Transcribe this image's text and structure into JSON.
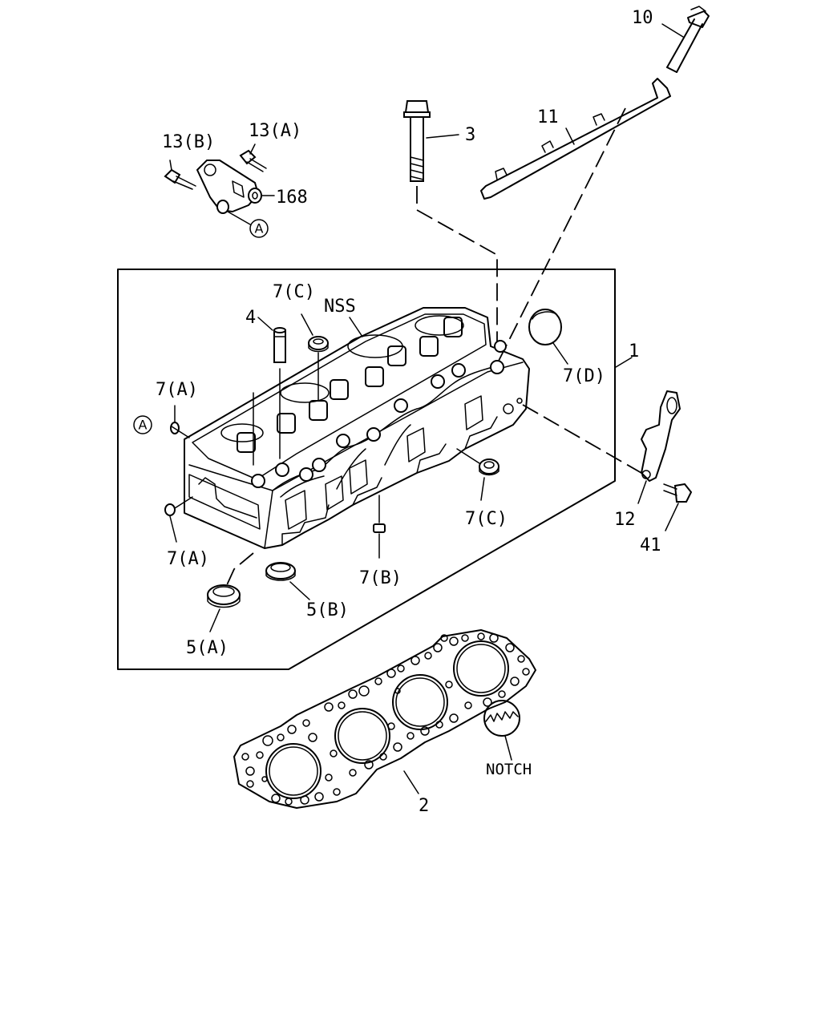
{
  "labels": {
    "l10": "10",
    "l11": "11",
    "l3": "3",
    "l13b": "13(B)",
    "l13a": "13(A)",
    "l168": "168",
    "lA_top": "A",
    "l1": "1",
    "l7c_top": "7(C)",
    "lnss": "NSS",
    "l4": "4",
    "l7a_top": "7(A)",
    "lA_left": "A",
    "l7d": "7(D)",
    "l7a_bot": "7(A)",
    "l7c_mid": "7(C)",
    "l7b": "7(B)",
    "l5b": "5(B)",
    "l5a": "5(A)",
    "l12": "12",
    "l41": "41",
    "lnotch": "NOTCH",
    "l2": "2"
  }
}
